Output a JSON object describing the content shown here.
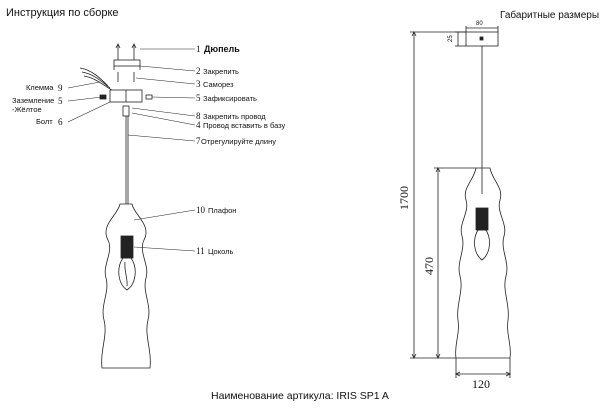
{
  "header": {
    "left_title": "Инструкция по сборке",
    "right_title": "Габаритные размеры"
  },
  "footer": {
    "caption": "Наименование артикула: IRIS SP1 A"
  },
  "assembly_parts": [
    {
      "num": "1",
      "label": "Дюпель"
    },
    {
      "num": "2",
      "label": "Закрепить"
    },
    {
      "num": "3",
      "label": "Саморез"
    },
    {
      "num": "5",
      "label": "Зафиксировать"
    },
    {
      "num": "8",
      "label": "Закрепить провод"
    },
    {
      "num": "4",
      "label": "Провод вставить в базу"
    },
    {
      "num": "7",
      "label": "Отрегулируйте длину"
    },
    {
      "num": "10",
      "label": "Плафон"
    },
    {
      "num": "11",
      "label": "Цоколь"
    }
  ],
  "left_parts": [
    {
      "num": "9",
      "label": "Клемма"
    },
    {
      "num": "5",
      "label": "Заземление"
    },
    {
      "num": "",
      "label": "-Жёлтое"
    },
    {
      "num": "6",
      "label": "Болт"
    }
  ],
  "dimensions": {
    "canopy_width": "80",
    "canopy_height": "25",
    "total_height": "1700",
    "shade_height": "470",
    "shade_width": "120"
  },
  "colors": {
    "line": "#222222",
    "text": "#111111"
  }
}
